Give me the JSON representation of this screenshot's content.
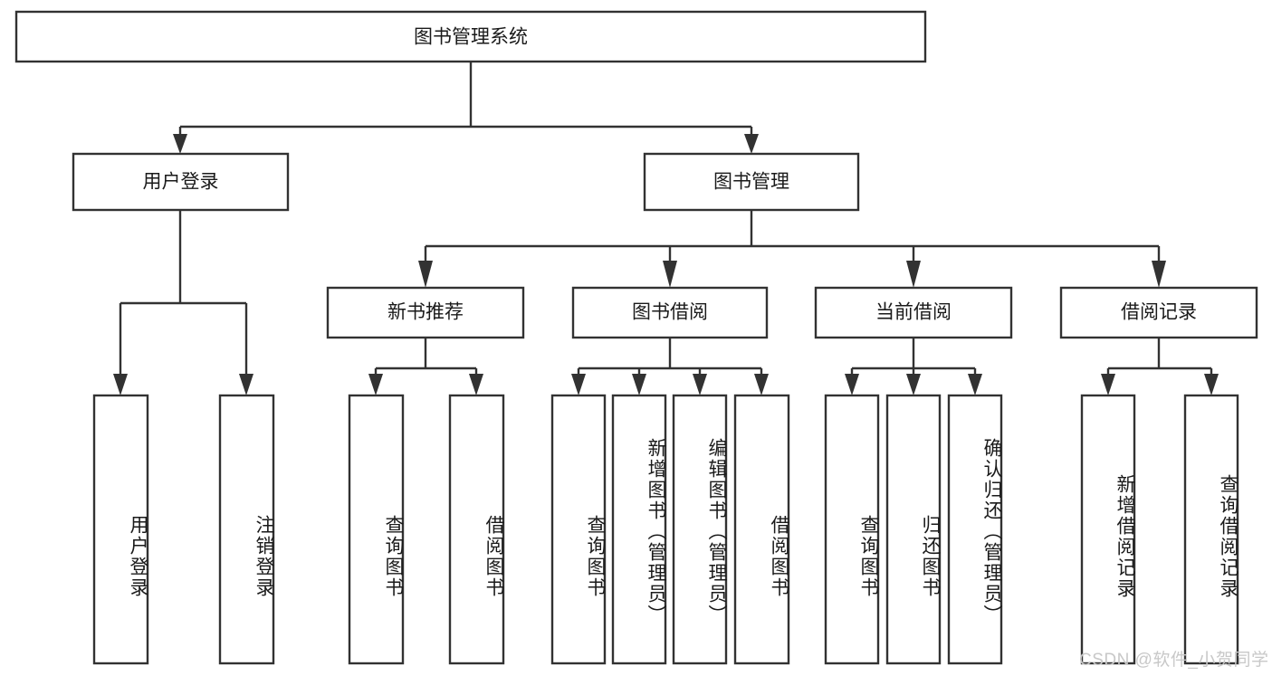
{
  "diagram": {
    "title": "图书管理系统",
    "type": "tree-hierarchy-diagram",
    "colors": {
      "stroke": "#323232",
      "fill": "#ffffff",
      "text": "#1a1a1a",
      "watermark": "#c8c8c8"
    },
    "root": {
      "label": "图书管理系统"
    },
    "level2": [
      {
        "label": "用户登录"
      },
      {
        "label": "图书管理"
      }
    ],
    "level3": [
      {
        "label": "新书推荐"
      },
      {
        "label": "图书借阅"
      },
      {
        "label": "当前借阅"
      },
      {
        "label": "借阅记录"
      }
    ],
    "leaves": {
      "user_login": [
        {
          "label": "用户登录"
        },
        {
          "label": "注销登录"
        }
      ],
      "new_book_recommend": [
        {
          "label": "查询图书"
        },
        {
          "label": "借阅图书"
        }
      ],
      "book_borrow": [
        {
          "label": "查询图书"
        },
        {
          "label": "新增图书（管理员）"
        },
        {
          "label": "编辑图书（管理员）"
        },
        {
          "label": "借阅图书"
        }
      ],
      "current_borrow": [
        {
          "label": "查询图书"
        },
        {
          "label": "归还图书"
        },
        {
          "label": "确认归还（管理员）"
        }
      ],
      "borrow_record": [
        {
          "label": "新增借阅记录"
        },
        {
          "label": "查询借阅记录"
        }
      ]
    }
  },
  "watermark": {
    "text": "CSDN @软件_小贺同学"
  }
}
